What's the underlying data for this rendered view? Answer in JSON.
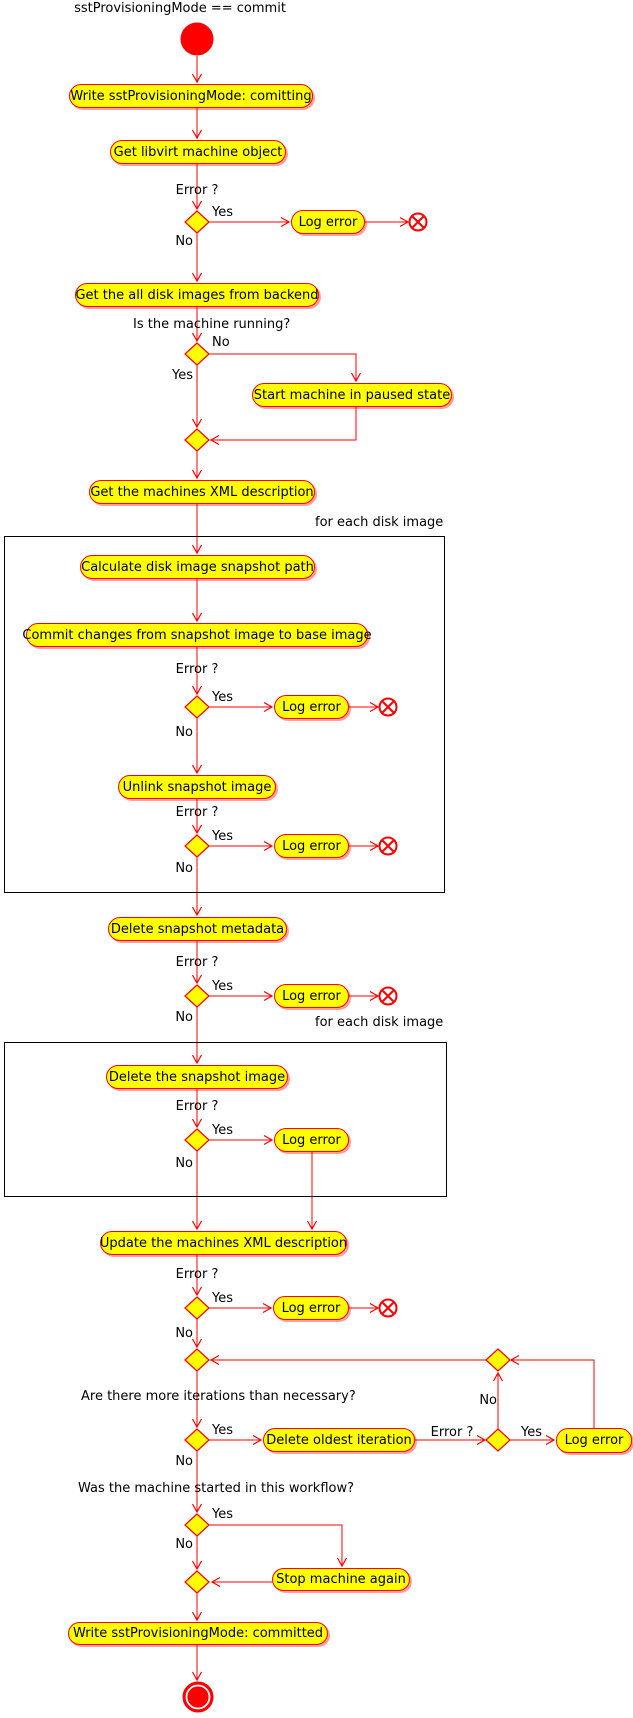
{
  "title": "sstProvisioningMode == commit",
  "edge_labels": {
    "yes": "Yes",
    "no": "No",
    "error": "Error ?"
  },
  "partition_label": "for each disk image",
  "activities": {
    "write_comitting": "Write sstProvisioningMode: comitting",
    "get_libvirt": "Get libvirt machine object",
    "get_disks": "Get the all disk images from backend",
    "start_paused": "Start machine in paused state",
    "get_xml": "Get the machines XML description",
    "calc_path": "Calculate disk image snapshot path",
    "commit_changes": "Commit changes from snapshot image to base image",
    "unlink_snapshot": "Unlink snapshot image",
    "delete_metadata": "Delete snapshot metadata",
    "delete_image": "Delete the snapshot image",
    "update_xml": "Update the machines XML description",
    "delete_oldest": "Delete oldest iteration",
    "stop_machine": "Stop machine again",
    "write_committed": "Write sstProvisioningMode: committed",
    "log_error": "Log error"
  },
  "questions": {
    "running": "Is the machine running?",
    "iterations": "Are there more iterations than necessary?",
    "started": "Was the machine started in this workflow?"
  },
  "colors": {
    "line": "#ff0000",
    "activity_fill": "#ffff00",
    "text": "#000000",
    "partition_border": "#000000",
    "kill_fill": "#ffffff"
  }
}
